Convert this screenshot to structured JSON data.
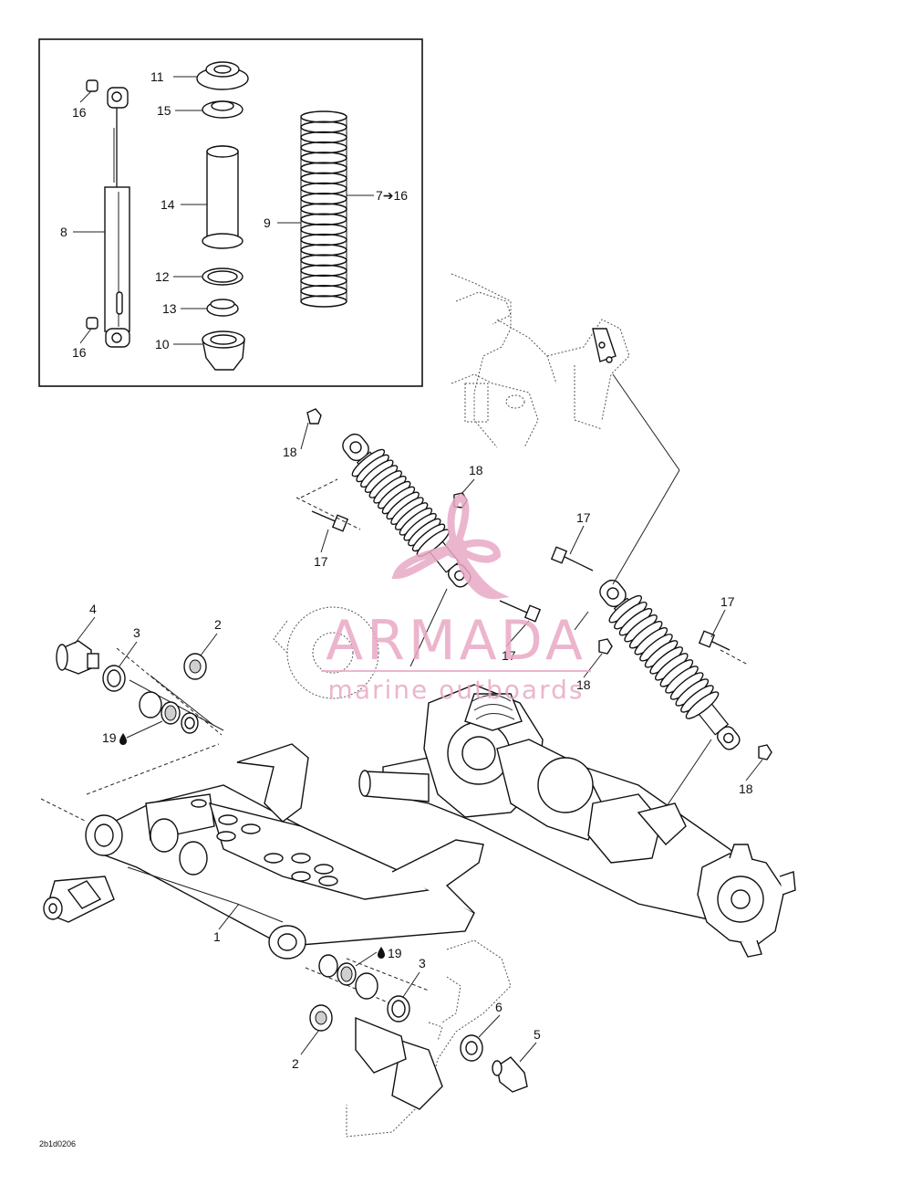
{
  "callouts": {
    "c1": "1",
    "c2a": "2",
    "c2b": "2",
    "c3a": "3",
    "c3b": "3",
    "c4": "4",
    "c5": "5",
    "c6": "6",
    "c8": "8",
    "c9": "9",
    "c10": "10",
    "c11": "11",
    "c12": "12",
    "c13": "13",
    "c14": "14",
    "c15": "15",
    "c16a": "16",
    "c16b": "16",
    "c17a": "17",
    "c17b": "17",
    "c17c": "17",
    "c17d": "17",
    "c18a": "18",
    "c18b": "18",
    "c18c": "18",
    "c18d": "18",
    "c19a": "19",
    "c19b": "19",
    "range": "7➔16"
  },
  "watermark": {
    "brand": "ARMADA",
    "tagline": "marine outboards",
    "color": "#e9a9c6"
  },
  "drawing_code": "2b1d0206"
}
